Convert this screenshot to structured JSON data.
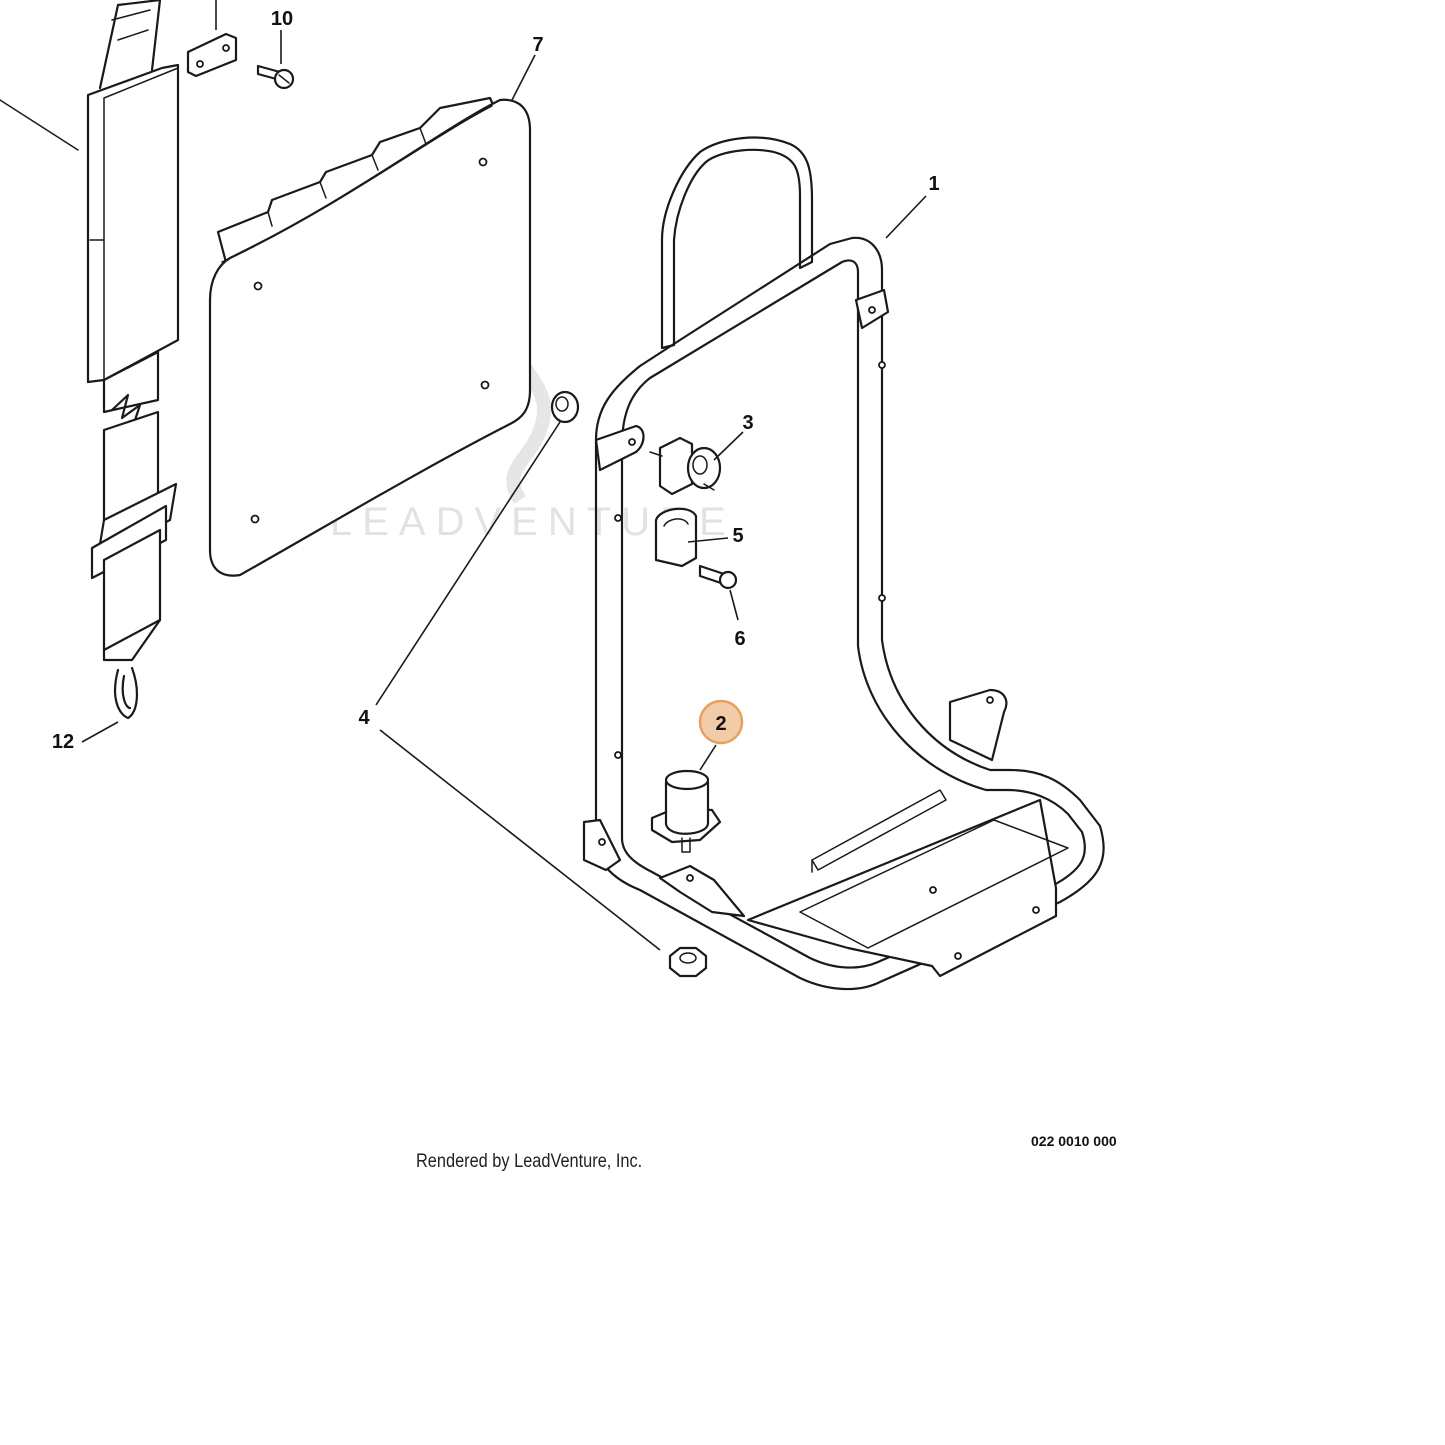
{
  "watermark": "LEADVENTURE",
  "callouts": [
    {
      "id": "1",
      "label": "1",
      "highlighted": false
    },
    {
      "id": "2",
      "label": "2",
      "highlighted": true
    },
    {
      "id": "3",
      "label": "3",
      "highlighted": false
    },
    {
      "id": "4",
      "label": "4",
      "highlighted": false
    },
    {
      "id": "5",
      "label": "5",
      "highlighted": false
    },
    {
      "id": "6",
      "label": "6",
      "highlighted": false
    },
    {
      "id": "7",
      "label": "7",
      "highlighted": false
    },
    {
      "id": "10",
      "label": "10",
      "highlighted": false
    },
    {
      "id": "12",
      "label": "12",
      "highlighted": false
    }
  ],
  "highlight_color": "#e8a060",
  "drawing_number": "022 0010 000",
  "render_credit": "Rendered by LeadVenture, Inc."
}
